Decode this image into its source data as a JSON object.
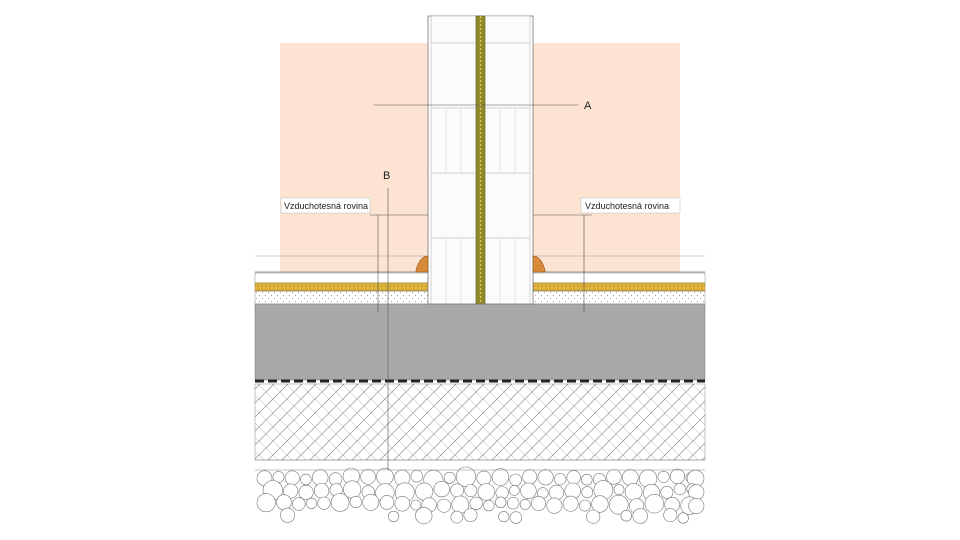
{
  "diagram": {
    "markers": {
      "a": "A",
      "b": "B"
    },
    "labels": {
      "air_plane_left": "Vzduchotesná rovina",
      "air_plane_right": "Vzduchotesná rovina"
    },
    "colors": {
      "background": "#ffffff",
      "room_fill": "#fce3d2",
      "insulation_yellow": "#e0b43a",
      "concrete": "#a9a9a9",
      "wall_panel": "#ffffff",
      "wall_core": "#8f8a2a",
      "seal_orange": "#d98b3a",
      "line": "#555555"
    },
    "layers": [
      "room-interior-left",
      "room-interior-right",
      "partition-wall",
      "floor-screed",
      "floor-insulation",
      "concrete-slab",
      "waterproofing",
      "gravel-hatched",
      "gravel-bed"
    ]
  }
}
